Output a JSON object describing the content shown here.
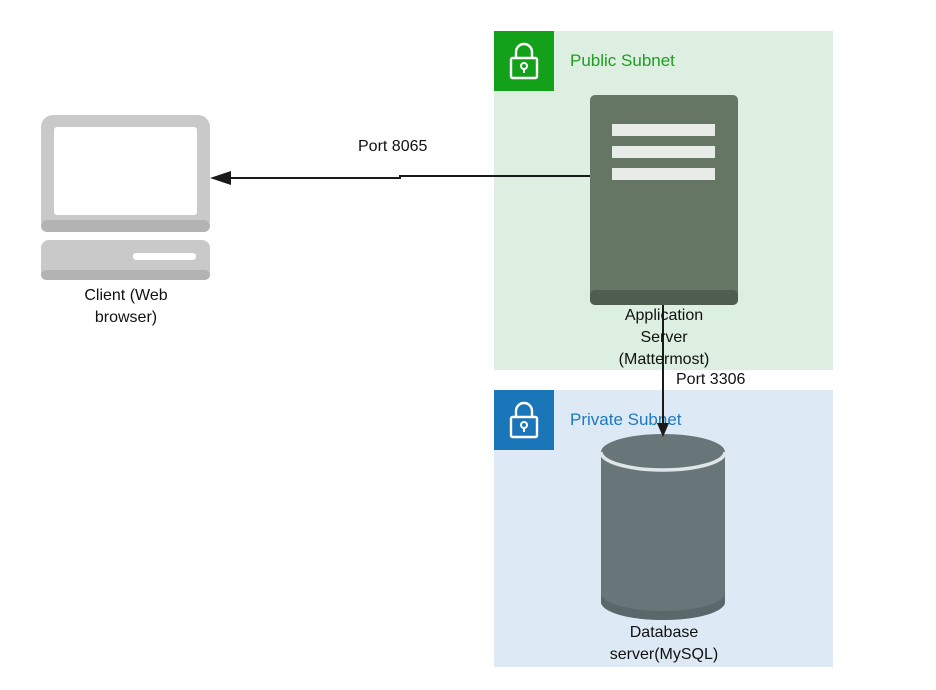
{
  "subnets": {
    "public": {
      "title": "Public Subnet",
      "icon": "lock-icon",
      "color": "#14a11a"
    },
    "private": {
      "title": "Private Subnet",
      "icon": "lock-icon",
      "color": "#1b76b9"
    }
  },
  "nodes": {
    "client": {
      "line1": "Client (Web",
      "line2": "browser)",
      "icon": "desktop-computer-icon"
    },
    "app_server": {
      "line1": "Application",
      "line2": "Server",
      "line3": "(Mattermost)",
      "icon": "server-icon"
    },
    "db_server": {
      "line1": "Database",
      "line2": "server(MySQL)",
      "icon": "database-icon"
    }
  },
  "connections": {
    "client_app": {
      "label": "Port 8065"
    },
    "app_db": {
      "label": "Port 3306"
    }
  },
  "colors": {
    "server": "#6b7d69",
    "database": "#69767b",
    "computer": "#c9c9c9"
  }
}
